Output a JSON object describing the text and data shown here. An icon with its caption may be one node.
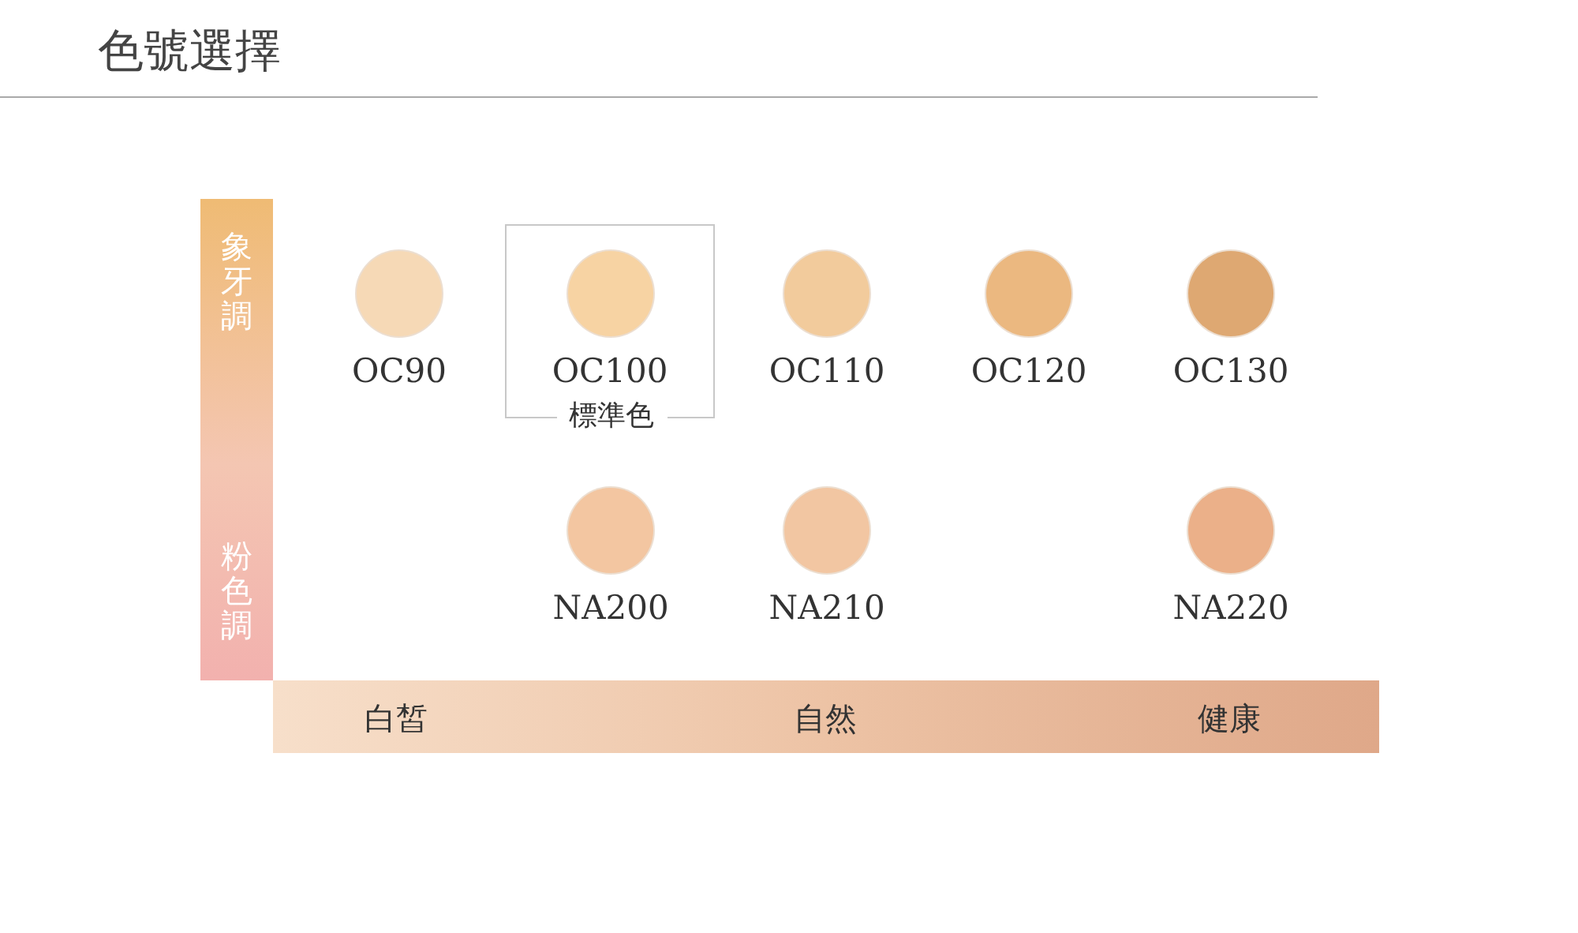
{
  "diagram": {
    "title": "色號選擇",
    "nodes": [
      {
        "text": [
          "標準色"
        ]
      },
      {
        "text": [
          "OC90"
        ]
      },
      {
        "text": [
          "OC100"
        ],
        "in": 0
      },
      {
        "text": [
          "OC110"
        ]
      },
      {
        "text": [
          "OC120"
        ]
      },
      {
        "text": [
          "OC130"
        ]
      },
      {
        "text": [
          "NA200"
        ]
      },
      {
        "text": [
          "NA210"
        ]
      },
      {
        "text": [
          "NA220"
        ]
      }
    ],
    "edges": [],
    "labels": [
      "象牙調",
      "粉色調",
      "白皙",
      "自然",
      "健康"
    ]
  }
}
